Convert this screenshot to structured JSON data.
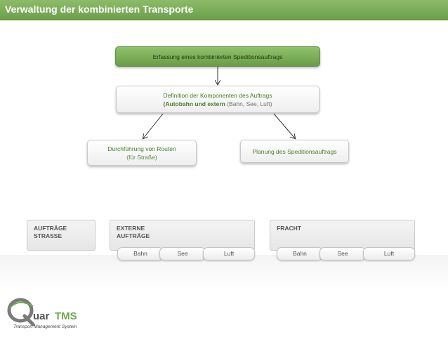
{
  "header": {
    "title": "Verwaltung der kombinierten Transporte"
  },
  "nodes": {
    "erfassung": "Erfassung eines kombinierten Speditionsauftrags",
    "definition_line1": "Definition der Komponenten des Auftrags",
    "definition_line2_bold": "(Autobahn und extern",
    "definition_line2_rest": " (Bahn, See, Luft)",
    "routen_line1": "Durchführung von Routen",
    "routen_line2": "(für Straße)",
    "planung": "Planung des Speditionsauftrags"
  },
  "panels": {
    "strasse_line1": "AUFTRÄGE",
    "strasse_line2": "STRASSE",
    "extern_line1": "EXTERNE",
    "extern_line2": "AUFTRÄGE",
    "extern_items": [
      "Bahn",
      "See",
      "Luft"
    ],
    "fracht": "FRACHT",
    "fracht_items": [
      "Bahn",
      "See",
      "Luft"
    ]
  },
  "logo": {
    "brand_q": "Q",
    "brand_uar": "uar",
    "brand_tms": "TMS",
    "tagline": "Transport Management System"
  },
  "colors": {
    "title_bar": "#7aad55",
    "accent_green": "#4d7a2a"
  }
}
